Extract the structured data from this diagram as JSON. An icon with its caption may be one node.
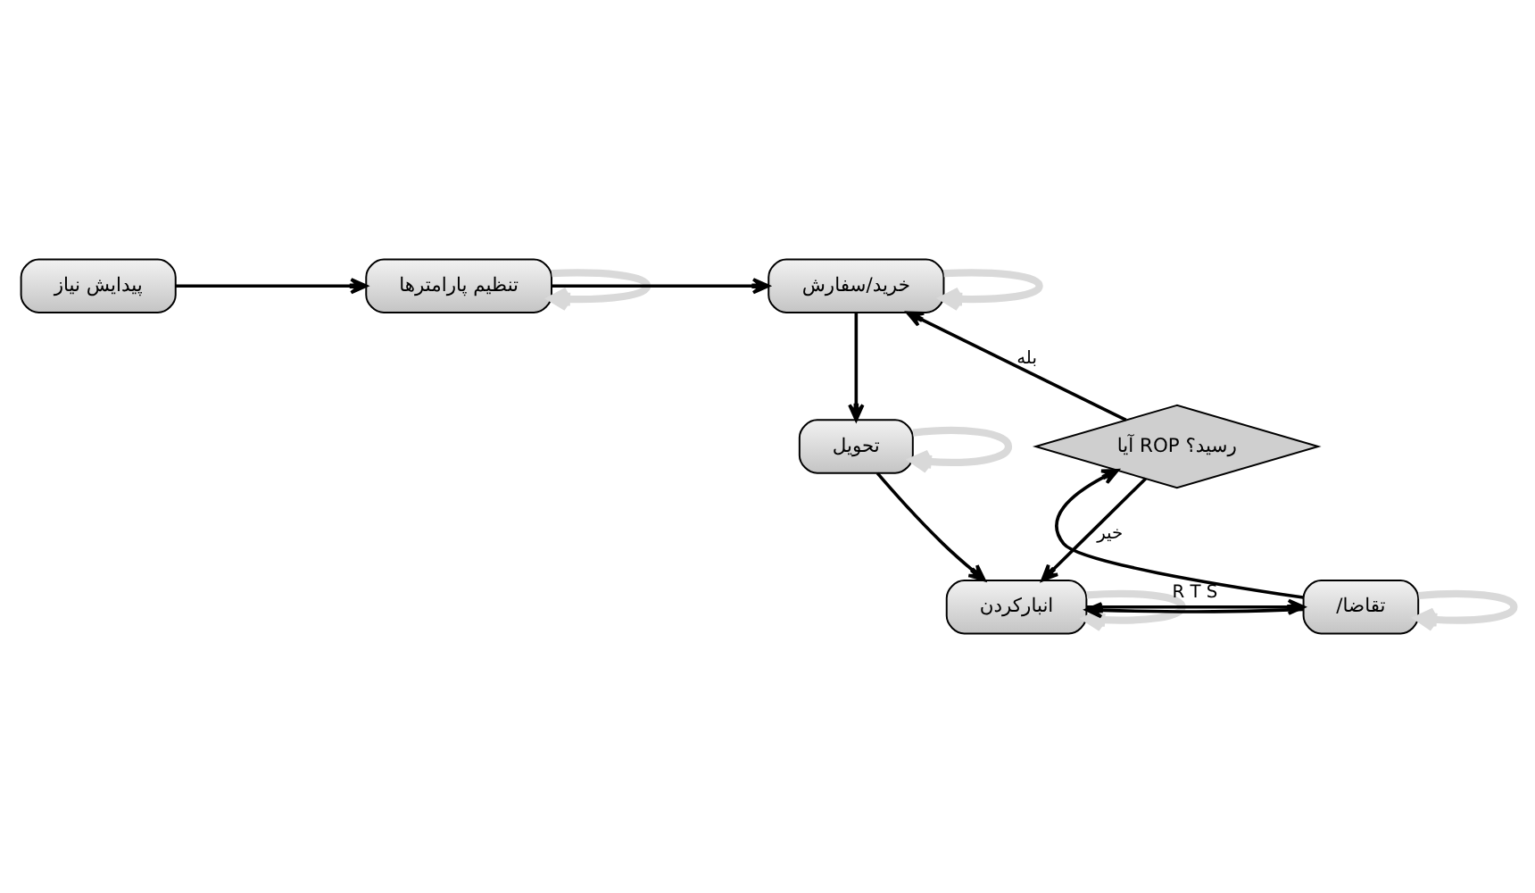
{
  "diagram": {
    "nodes": [
      {
        "text": [
          "پیدایش نیاز"
        ]
      },
      {
        "text": [
          "تنظیم پارامترها"
        ]
      },
      {
        "text": [
          "خرید/سفارش"
        ]
      },
      {
        "text": [
          "تحویل"
        ]
      },
      {
        "text": [
          "انبارکردن"
        ]
      },
      {
        "text": [
          "/تقاضا"
        ]
      },
      {
        "text": [
          "آیا ROP رسید؟"
        ]
      }
    ],
    "edges": [
      {
        "from": 0,
        "to": 1,
        "arrow": "to"
      },
      {
        "from": 1,
        "to": 2,
        "arrow": "to"
      },
      {
        "from": 2,
        "to": 3,
        "arrow": "to"
      },
      {
        "from": 3,
        "to": 4,
        "arrow": "to"
      },
      {
        "from": 5,
        "to": 4,
        "arrow": "to"
      },
      {
        "from": 5,
        "to": 6,
        "arrow": "to"
      },
      {
        "from": 6,
        "to": 2,
        "arrow": "to",
        "label": "بله"
      },
      {
        "from": 6,
        "to": 4,
        "arrow": "to",
        "label": "خیر"
      },
      {
        "from": 4,
        "to": 5,
        "arrow": "to",
        "label": "R T S"
      },
      {
        "from": 1,
        "to": 1,
        "arrow": "to",
        "style": "thick",
        "color": "#d9d9d9"
      },
      {
        "from": 2,
        "to": 2,
        "arrow": "to",
        "style": "thick",
        "color": "#d9d9d9"
      },
      {
        "from": 3,
        "to": 3,
        "arrow": "to",
        "style": "thick",
        "color": "#d9d9d9"
      },
      {
        "from": 4,
        "to": 4,
        "arrow": "to",
        "style": "thick",
        "color": "#d9d9d9"
      },
      {
        "from": 5,
        "to": 5,
        "arrow": "to",
        "style": "thick",
        "color": "#d9d9d9"
      }
    ]
  }
}
